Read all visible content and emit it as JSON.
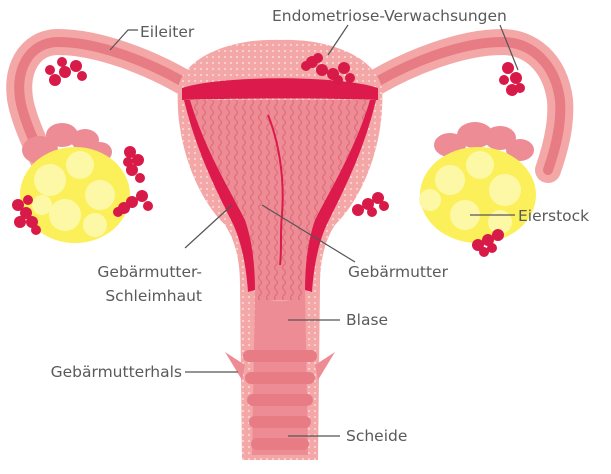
{
  "labels": {
    "fallopian_tube": "Eileiter",
    "endometriosis": "Endometriose-Verwachsungen",
    "ovary": "Eierstock",
    "endometrium_line1": "Gebärmutter-",
    "endometrium_line2": "Schleimhaut",
    "uterus": "Gebärmutter",
    "bladder": "Blase",
    "cervix": "Gebärmutterhals",
    "vagina": "Scheide"
  },
  "colors": {
    "tissue": "#f4a7a7",
    "tissue_dark": "#e77c85",
    "lining": "#dc1b4c",
    "lesion": "#d71a48",
    "ovary_fill": "#fbf05a",
    "ovary_light": "#fdf8a6",
    "leader": "#555555",
    "text": "#5a5a5a"
  }
}
